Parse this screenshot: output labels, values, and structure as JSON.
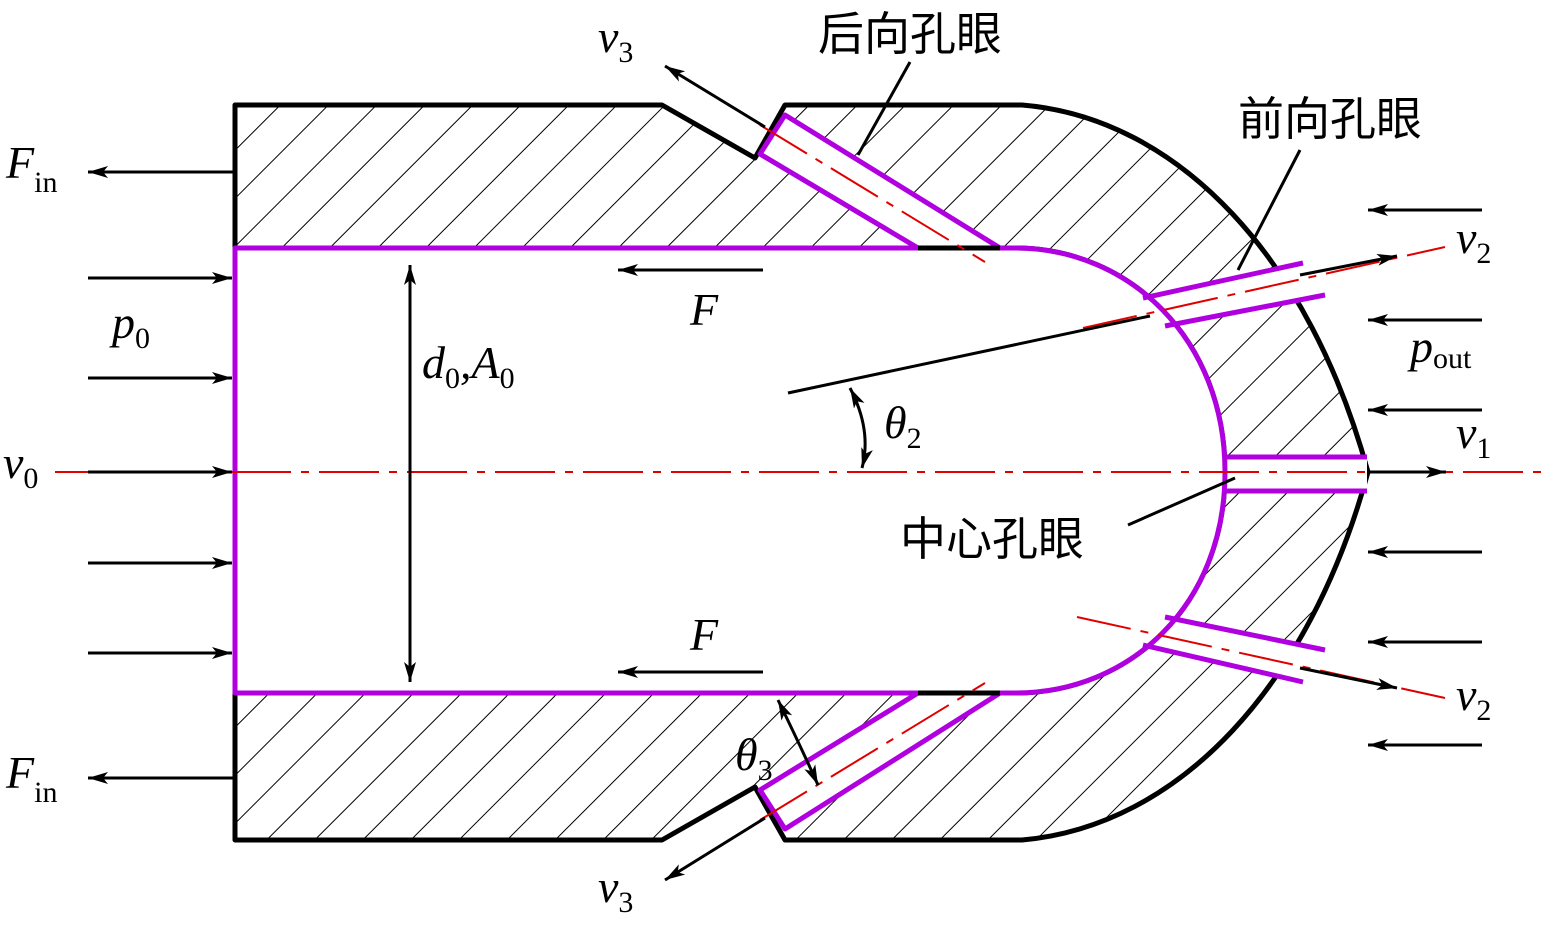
{
  "labels": {
    "f_in": "F",
    "f_in_sub": "in",
    "p0": "p",
    "p0_sub": "0",
    "v0": "v",
    "v0_sub": "0",
    "f": "F",
    "d0_a0": "d",
    "d0_sub": "0",
    "a0_sep": ",A",
    "a0_sub": "0",
    "theta2": "θ",
    "theta2_sub": "2",
    "theta3": "θ",
    "theta3_sub": "3",
    "v1": "v",
    "v1_sub": "1",
    "v2": "v",
    "v2_sub": "2",
    "v3": "v",
    "v3_sub": "3",
    "p_out": "p",
    "p_out_sub": "out"
  },
  "callouts": {
    "backward_hole": "后向孔眼",
    "forward_hole": "前向孔眼",
    "center_hole": "中心孔眼"
  },
  "colors": {
    "wall": "#000000",
    "channel": "#b000e0",
    "axis": "#e00000"
  }
}
